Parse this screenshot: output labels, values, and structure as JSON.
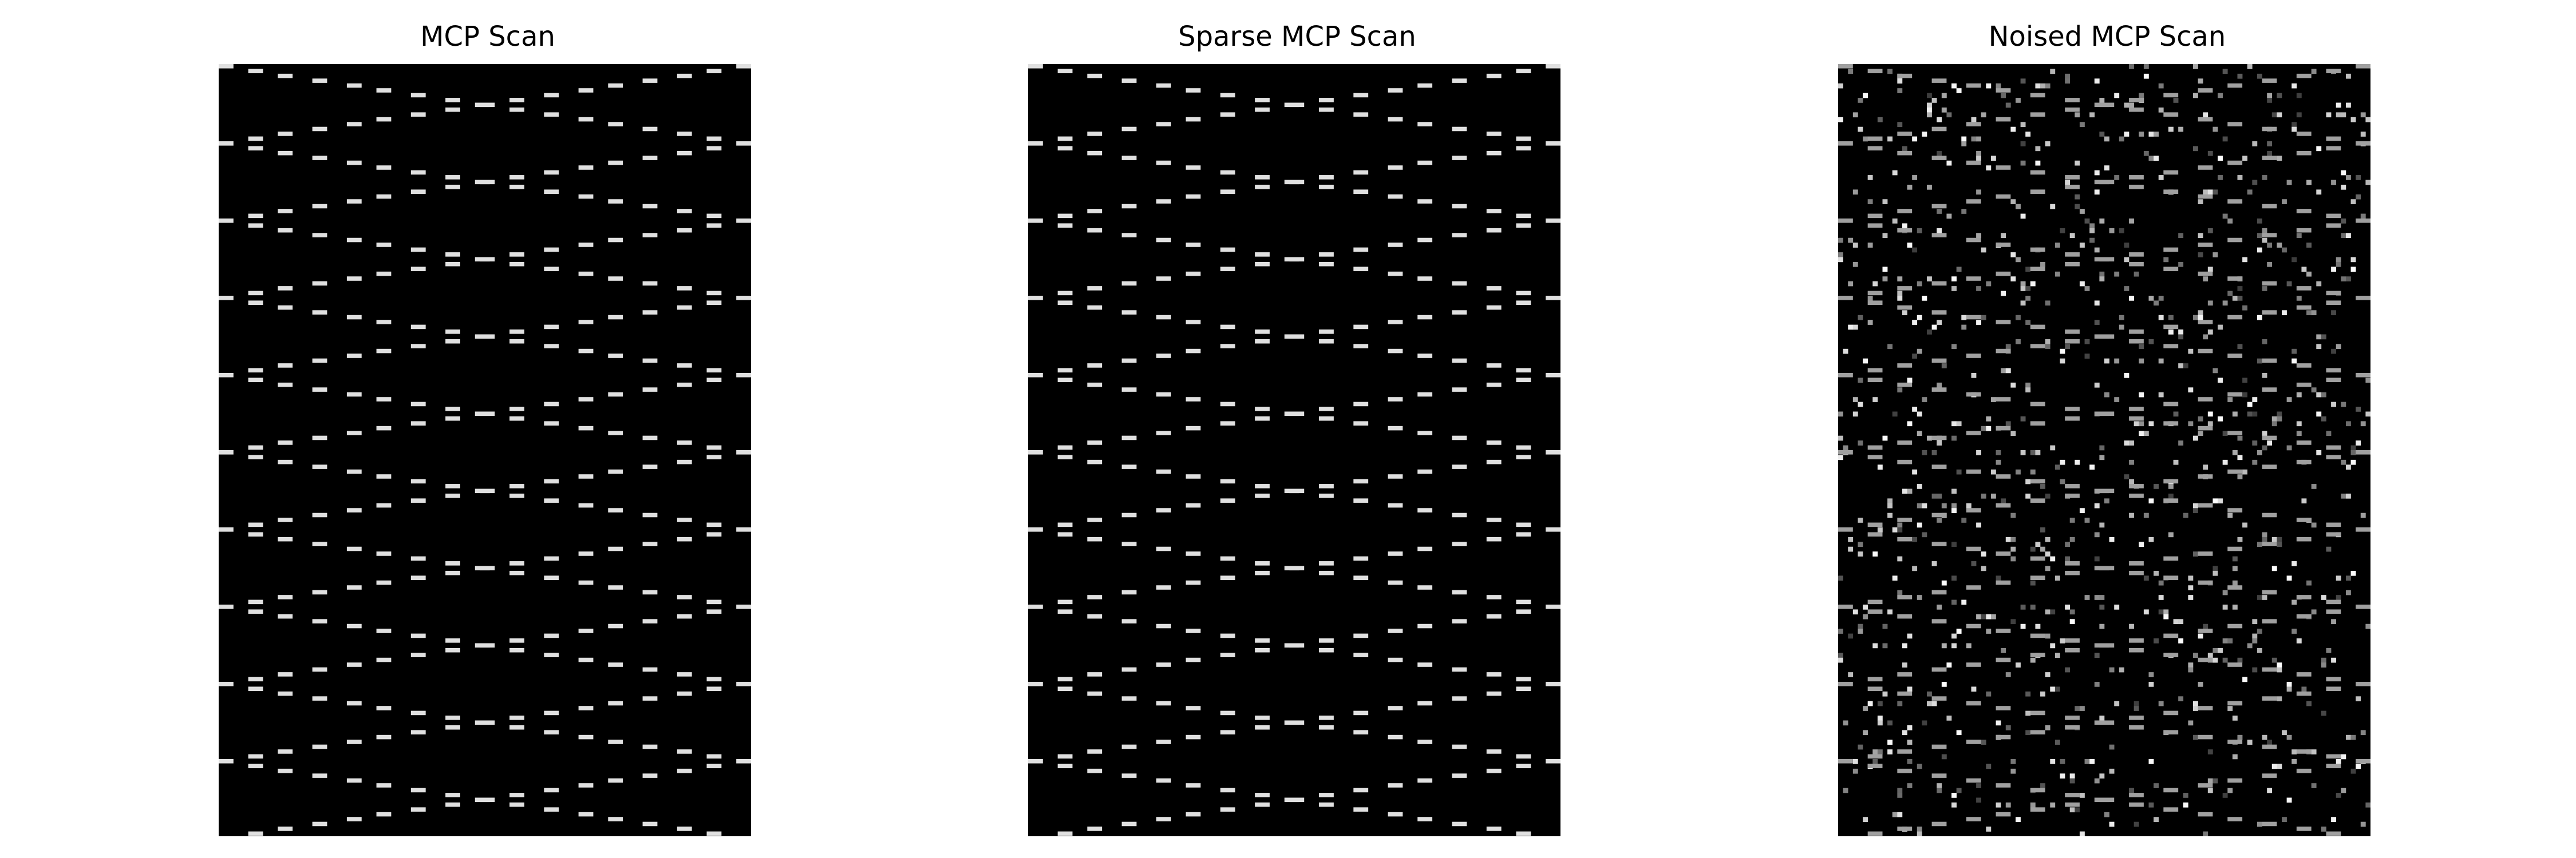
{
  "figure": {
    "panels": [
      {
        "title": "MCP Scan",
        "noise": false
      },
      {
        "title": "Sparse MCP Scan",
        "noise": false
      },
      {
        "title": "Noised MCP Scan",
        "noise": true
      }
    ]
  },
  "chart_data": [
    {
      "type": "heatmap",
      "title": "MCP Scan",
      "colormap": "gray",
      "background_color": "#000000",
      "trace_color": "#e0e0e0",
      "grid": false,
      "axes_visible": false,
      "trace_intensity": 0.88
    },
    {
      "type": "heatmap",
      "title": "Sparse MCP Scan",
      "colormap": "gray",
      "background_color": "#000000",
      "trace_color": "#e0e0e0",
      "grid": false,
      "axes_visible": false,
      "trace_intensity": 0.88
    },
    {
      "type": "heatmap",
      "title": "Noised MCP Scan",
      "colormap": "gray",
      "background_color": "#000000",
      "trace_color": "#a0a0a0",
      "grid": false,
      "axes_visible": false,
      "trace_intensity": 0.62,
      "noise": "salt-and-pepper"
    }
  ]
}
